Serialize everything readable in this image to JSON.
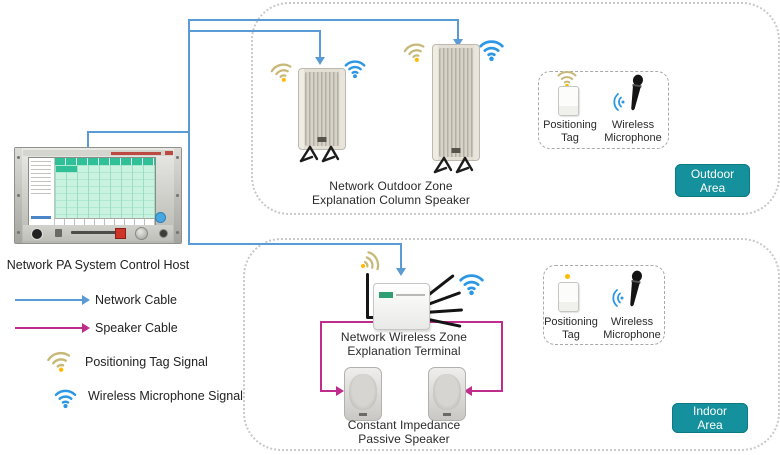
{
  "host": {
    "label": "Network PA System Control Host"
  },
  "legend": {
    "items": [
      {
        "label": "Network Cable"
      },
      {
        "label": "Speaker Cable"
      },
      {
        "label": "Positioning Tag Signal"
      },
      {
        "label": "Wireless Microphone Signal"
      }
    ]
  },
  "outdoor": {
    "badge": {
      "line1": "Outdoor",
      "line2": "Area"
    },
    "speaker_label": {
      "line1": "Network Outdoor Zone",
      "line2": "Explanation Column Speaker"
    },
    "device_box": {
      "tag": {
        "line1": "Positioning",
        "line2": "Tag"
      },
      "mic": {
        "line1": "Wireless",
        "line2": "Microphone"
      }
    }
  },
  "indoor": {
    "badge": {
      "line1": "Indoor",
      "line2": "Area"
    },
    "terminal_label": {
      "line1": "Network Wireless Zone",
      "line2": "Explanation Terminal"
    },
    "speaker_label": {
      "line1": "Constant Impedance",
      "line2": "Passive Speaker"
    },
    "device_box": {
      "tag": {
        "line1": "Positioning",
        "line2": "Tag"
      },
      "mic": {
        "line1": "Wireless",
        "line2": "Microphone"
      }
    }
  },
  "colors": {
    "network_cable": "#5B9BD5",
    "speaker_cable": "#C02C8C",
    "area_badge": "#14919C",
    "positioning_signal": "#C7B878",
    "positioning_dot": "#FFB900",
    "microphone_signal": "#2B97E5"
  }
}
